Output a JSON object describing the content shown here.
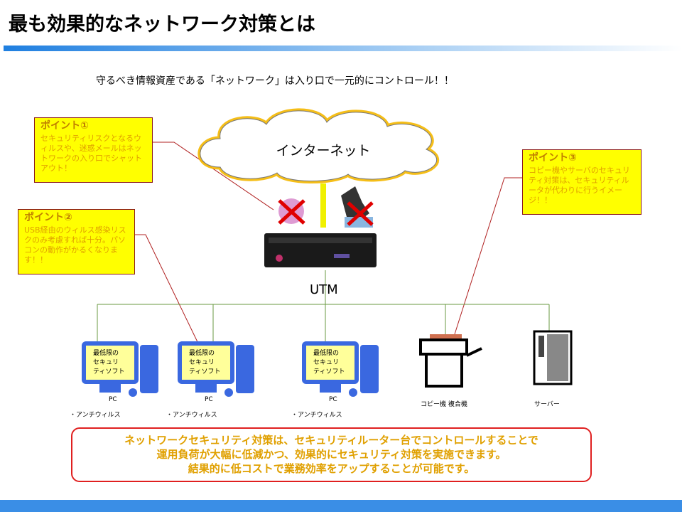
{
  "title": "最も効果的なネットワーク対策とは",
  "subtitle": "守るべき情報資産である「ネットワーク」は入り口で一元的にコントロール！！",
  "cloud_label": "インターネット",
  "utm_label": "UTM",
  "points": [
    {
      "heading": "ポイント①",
      "text": "セキュリティリスクとなるウィルスや、迷惑メールはネットワークの入り口でシャットアウト！"
    },
    {
      "heading": "ポイント②",
      "text": "USB経由のウィルス感染リスクのみ考慮すれば十分。パソコンの動作がかるくなります！！"
    },
    {
      "heading": "ポイント③",
      "text": "コピー機やサーバのセキュリティ対策は、セキュリティルータが代わりに行うイメージ！！"
    }
  ],
  "pcs": [
    {
      "screen": [
        "最低限の",
        "セキュリ",
        "ティソフト"
      ],
      "label": "PC",
      "note": "・アンチウィルス"
    },
    {
      "screen": [
        "最低限の",
        "セキュリ",
        "ティソフト"
      ],
      "label": "PC",
      "note": "・アンチウィルス"
    },
    {
      "screen": [
        "最低限の",
        "セキュリ",
        "ティソフト"
      ],
      "label": "PC",
      "note": "・アンチウィルス"
    }
  ],
  "copier_label": "コピー機 複合機",
  "server_label": "サーバー",
  "summary": [
    "ネットワークセキュリティ対策は、セキュリティルーター台でコントロールすることで",
    "運用負荷が大幅に低減かつ、効果的にセキュリティ対策を実施できます。",
    "結果的に低コストで業務効率をアップすることが可能です。"
  ]
}
